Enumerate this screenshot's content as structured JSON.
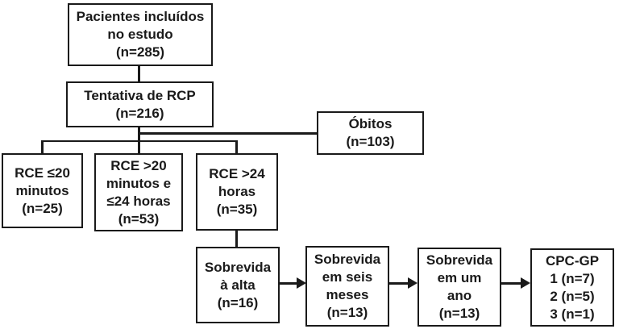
{
  "colors": {
    "line": "#1a1a1a",
    "background": "#ffffff",
    "text": "#1a1a1a"
  },
  "nodes": {
    "pacientes": {
      "lines": [
        "Pacientes incluídos",
        "no estudo",
        "(n=285)"
      ]
    },
    "tentativa_rcp": {
      "lines": [
        "Tentativa de RCP",
        "(n=216)"
      ]
    },
    "obitos": {
      "lines": [
        "Óbitos",
        "(n=103)"
      ]
    },
    "rce_20min": {
      "lines": [
        "RCE ≤20",
        "minutos",
        "(n=25)"
      ]
    },
    "rce_20min_24h": {
      "lines": [
        "RCE >20",
        "minutos e",
        "≤24 horas",
        "(n=53)"
      ]
    },
    "rce_24h": {
      "lines": [
        "RCE >24",
        "horas",
        "(n=35)"
      ]
    },
    "sobrevida_alta": {
      "lines": [
        "Sobrevida",
        "à alta",
        "(n=16)"
      ]
    },
    "sobrevida_seis_meses": {
      "lines": [
        "Sobrevida",
        "em seis",
        "meses",
        "(n=13)"
      ]
    },
    "sobrevida_um_ano": {
      "lines": [
        "Sobrevida",
        "em um",
        "ano",
        "(n=13)"
      ]
    },
    "cpc_gp": {
      "lines": [
        "CPC-GP",
        "1 (n=7)",
        "2 (n=5)",
        "3 (n=1)"
      ]
    }
  }
}
